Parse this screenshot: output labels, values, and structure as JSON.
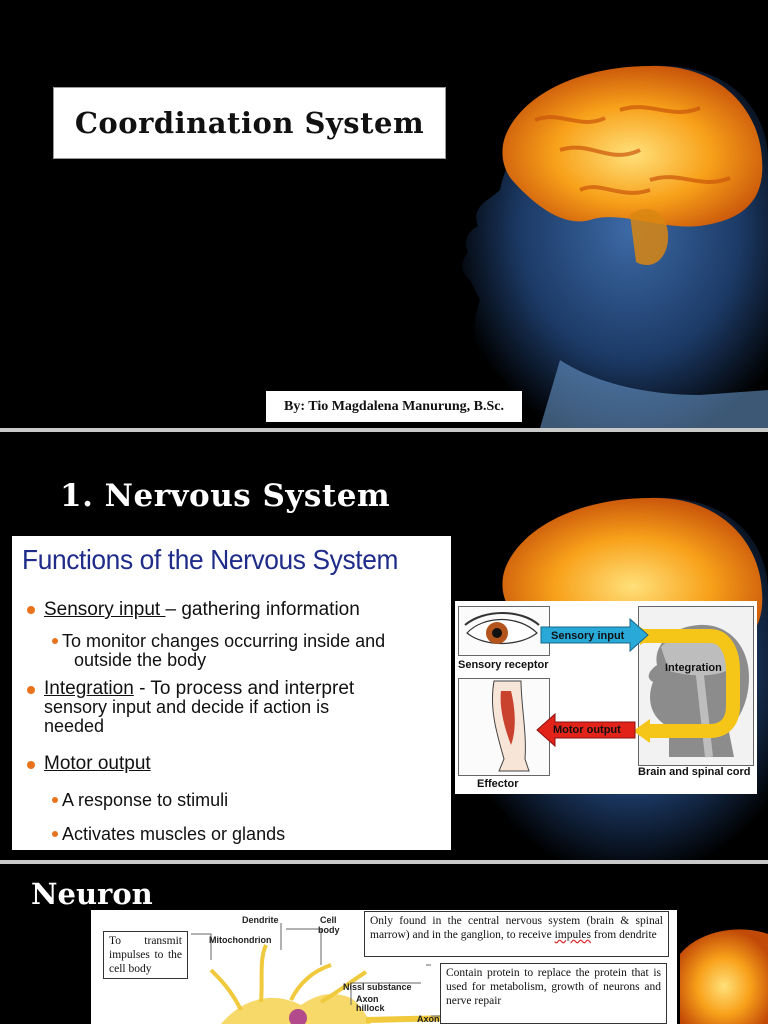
{
  "slides": [
    {
      "title": "Coordination System",
      "byline": "By: Tio Magdalena Manurung, B.Sc."
    },
    {
      "heading": "1. Nervous System",
      "functions": {
        "title": "Functions of the Nervous System",
        "items": [
          {
            "term": "Sensory input ",
            "rest": "– gathering information"
          },
          {
            "sub": [
              "To monitor changes occurring inside and",
              "outside the body"
            ]
          },
          {
            "term": "Integration",
            "rest": " - To process and interpret",
            "more": [
              "sensory input and decide if action is",
              "needed"
            ]
          },
          {
            "term": "Motor output"
          },
          {
            "sub": [
              "A response to stimuli"
            ]
          },
          {
            "sub": [
              "Activates muscles or glands"
            ]
          }
        ]
      },
      "diagram": {
        "sensory_receptor": "Sensory receptor",
        "sensory_input": "Sensory input",
        "integration": "Integration",
        "motor_output": "Motor output",
        "brain": "Brain and spinal cord",
        "effector": "Effector",
        "colors": {
          "sensory": "#29a9d8",
          "motor": "#e2231a",
          "loop": "#f5c518"
        }
      }
    },
    {
      "heading": "Neuron",
      "labels": {
        "dendrite": "Dendrite",
        "cell_body": [
          "Cell",
          "body"
        ],
        "mitochondrion": "Mitochondrion",
        "nissl": "Nissl substance",
        "axon_hillock": [
          "Axon",
          "hillock"
        ],
        "axon": "Axon"
      },
      "boxes": {
        "dendrite_fn": "To transmit impulses to the cell body",
        "cell_body_fn_1": "Only found in the central nervous system (brain & spinal marrow) and in the ganglion, to receive ",
        "cell_body_fn_2": "impules",
        "cell_body_fn_3": " from dendrite",
        "nissl_fn": "Contain protein to replace the protein that is used for metabolism, growth of neurons and nerve repair"
      }
    }
  ]
}
